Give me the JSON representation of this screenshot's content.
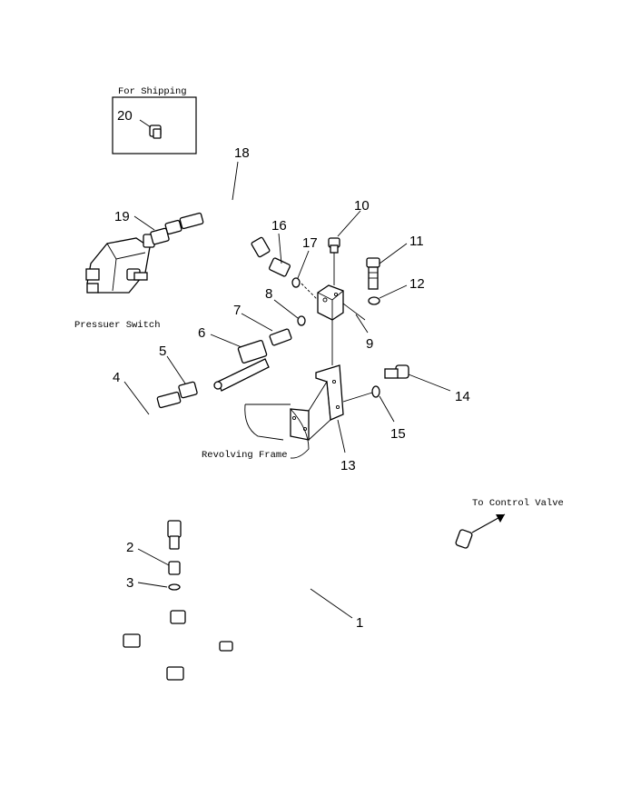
{
  "notes": {
    "for_shipping": "For Shipping",
    "pressure_switch": "Pressuer Switch",
    "revolving_frame": "Revolving Frame",
    "to_control_valve": "To Control Valve"
  },
  "callouts": [
    "1",
    "2",
    "3",
    "4",
    "5",
    "6",
    "7",
    "8",
    "9",
    "10",
    "11",
    "12",
    "13",
    "14",
    "15",
    "16",
    "17",
    "18",
    "19",
    "20"
  ]
}
